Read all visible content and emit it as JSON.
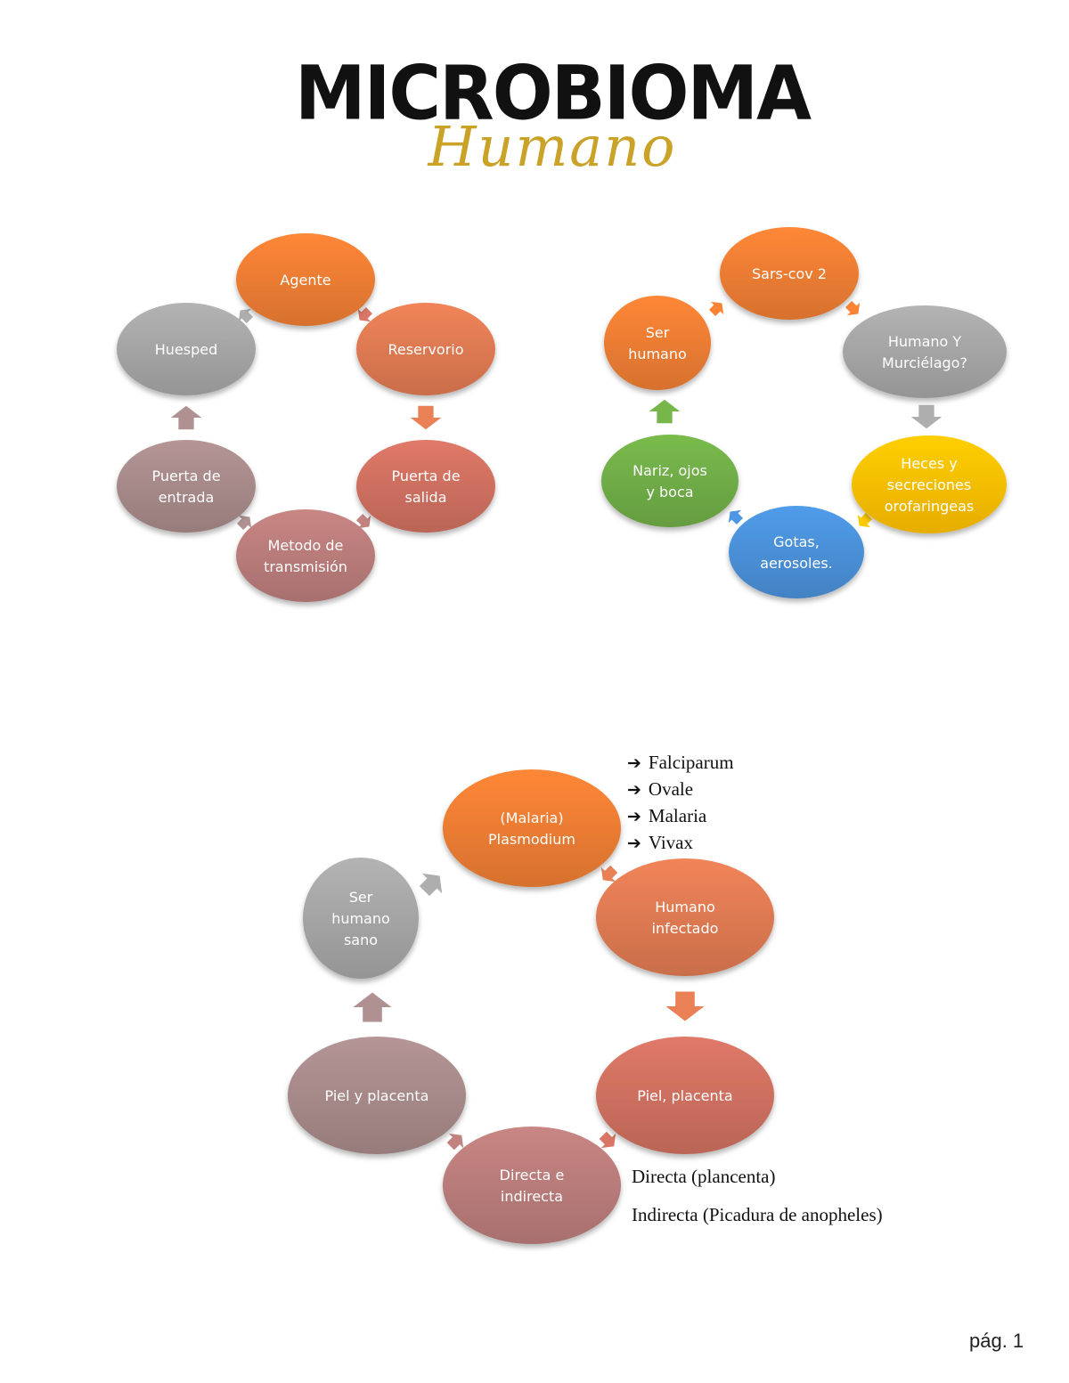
{
  "title": {
    "main": "MICROBIOMA",
    "sub": "Humano"
  },
  "colors": {
    "orange": "#ee7d33",
    "salmon": "#df7a52",
    "terracotta": "#cf7060",
    "rose": "#b97c7a",
    "mauve": "#a88a8a",
    "gray": "#a6a6a6",
    "yellow": "#ffc000",
    "blue": "#4a90d9",
    "green": "#70ad47"
  },
  "diagrams": [
    {
      "nodes": [
        {
          "lines": [
            "Agente"
          ],
          "color": "orange"
        },
        {
          "lines": [
            "Reservorio"
          ],
          "color": "salmon"
        },
        {
          "lines": [
            "Puerta de",
            "salida"
          ],
          "color": "terracotta"
        },
        {
          "lines": [
            "Metodo de",
            "transmisión"
          ],
          "color": "rose"
        },
        {
          "lines": [
            "Puerta de",
            "entrada"
          ],
          "color": "mauve"
        },
        {
          "lines": [
            "Huesped"
          ],
          "color": "gray"
        }
      ]
    },
    {
      "nodes": [
        {
          "lines": [
            "Sars-cov 2"
          ],
          "color": "orange"
        },
        {
          "lines": [
            "Humano Y",
            "Murciélago?"
          ],
          "color": "gray"
        },
        {
          "lines": [
            "Heces y",
            "secreciones",
            "orofaringeas"
          ],
          "color": "yellow"
        },
        {
          "lines": [
            "Gotas,",
            "aerosoles."
          ],
          "color": "blue"
        },
        {
          "lines": [
            "Nariz, ojos",
            "y boca"
          ],
          "color": "green"
        },
        {
          "lines": [
            "Ser",
            "humano"
          ],
          "color": "orange"
        }
      ]
    },
    {
      "nodes": [
        {
          "lines": [
            "(Malaria)",
            "Plasmodium"
          ],
          "color": "orange"
        },
        {
          "lines": [
            "Humano",
            "infectado"
          ],
          "color": "salmon"
        },
        {
          "lines": [
            "Piel, placenta"
          ],
          "color": "terracotta"
        },
        {
          "lines": [
            "Directa e",
            "indirecta"
          ],
          "color": "rose"
        },
        {
          "lines": [
            "Piel y placenta"
          ],
          "color": "mauve"
        },
        {
          "lines": [
            "Ser",
            "humano",
            "sano"
          ],
          "color": "gray"
        }
      ]
    }
  ],
  "species": [
    "Falciparum",
    "Ovale",
    "Malaria",
    "Vivax"
  ],
  "transmission_notes": [
    "Directa (plancenta)",
    "Indirecta (Picadura de anopheles)"
  ],
  "page_number": "pág. 1"
}
